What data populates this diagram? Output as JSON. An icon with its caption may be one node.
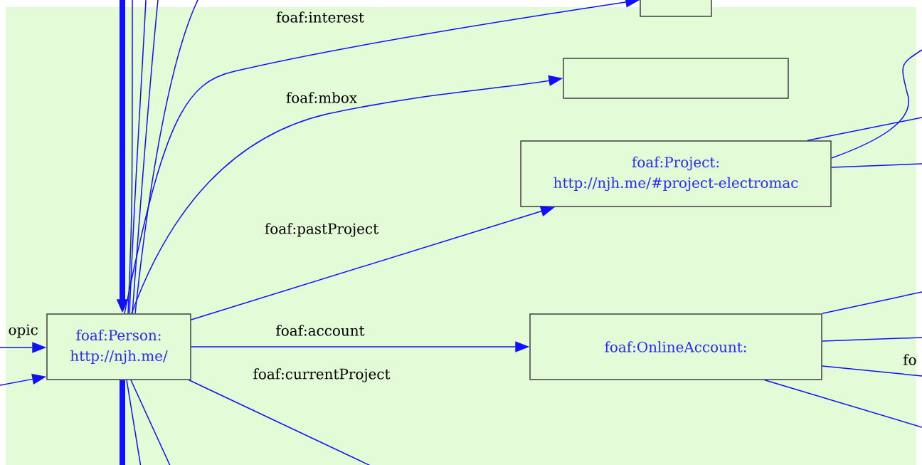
{
  "diagram": {
    "nodes": [
      {
        "text": [
          "foaf:Person:",
          "http://njh.me/"
        ]
      },
      {
        "text": [],
        "shape": "box"
      },
      {
        "text": [],
        "shape": "box"
      },
      {
        "text": [
          "foaf:Project:",
          "http://njh.me/#project-electromac"
        ]
      },
      {
        "text": [
          "foaf:OnlineAccount:"
        ]
      }
    ],
    "edges": [
      {
        "from": 0,
        "to": 1,
        "arrow": "to",
        "label": "foaf:interest"
      },
      {
        "from": 0,
        "to": 2,
        "arrow": "to",
        "label": "foaf:mbox"
      },
      {
        "from": 0,
        "to": 3,
        "arrow": "to",
        "label": "foaf:pastProject"
      },
      {
        "from": 0,
        "to": 4,
        "arrow": "to",
        "label": "foaf:account"
      },
      {
        "from": 0,
        "to": null,
        "arrow": "none",
        "label": "foaf:currentProject"
      },
      {
        "from": null,
        "to": 0,
        "arrow": "to",
        "label": "opic"
      },
      {
        "from": null,
        "to": 0,
        "arrow": "to"
      },
      {
        "from": null,
        "to": 0,
        "arrow": "to",
        "style": "thick"
      },
      {
        "from": 0,
        "to": null,
        "arrow": "none"
      },
      {
        "from": 0,
        "to": null,
        "arrow": "none"
      },
      {
        "from": 0,
        "to": null,
        "arrow": "none"
      },
      {
        "from": 0,
        "to": null,
        "arrow": "none"
      },
      {
        "from": 0,
        "to": null,
        "arrow": "none",
        "style": "thick"
      },
      {
        "from": 0,
        "to": null,
        "arrow": "none"
      },
      {
        "from": 0,
        "to": null,
        "arrow": "none"
      },
      {
        "from": 3,
        "to": null,
        "arrow": "none"
      },
      {
        "from": 3,
        "to": null,
        "arrow": "none"
      },
      {
        "from": 3,
        "to": null,
        "arrow": "none"
      },
      {
        "from": 4,
        "to": null,
        "arrow": "none"
      },
      {
        "from": 4,
        "to": null,
        "arrow": "none"
      },
      {
        "from": 4,
        "to": null,
        "arrow": "none",
        "label": "fo"
      },
      {
        "from": 4,
        "to": null,
        "arrow": "none"
      }
    ]
  }
}
